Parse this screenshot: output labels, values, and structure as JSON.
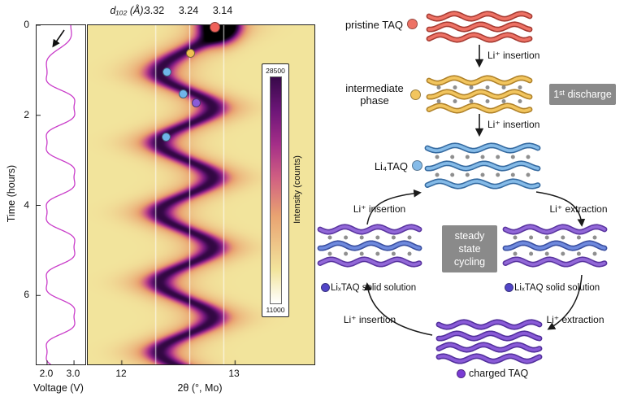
{
  "chart_data": [
    {
      "type": "line",
      "name": "voltage-profile",
      "xlabel": "Voltage (V)",
      "ylabel": "Time (hours)",
      "xticks": [
        "2.0",
        "3.0"
      ],
      "xtick_values": [
        2.0,
        3.0
      ],
      "yticks": [
        "0",
        "2",
        "4",
        "6"
      ],
      "ytick_values": [
        0,
        2,
        4,
        6
      ],
      "xlim": [
        1.61,
        3.42
      ],
      "ylim": [
        0,
        7.53
      ],
      "line_color": "#c93cc9",
      "profile": {
        "v_start": 2.88,
        "v_min": 2.0,
        "v_max": 3.0,
        "first_discharge_end_h": 1.05,
        "half_period_h": 0.775,
        "t_end_h": 7.53,
        "plateau_harmonic": 0.18
      }
    },
    {
      "type": "heatmap",
      "name": "operando-xrd-map",
      "xlabel": "2θ (°, Mo)",
      "xticks": [
        "12",
        "13"
      ],
      "xtick_values": [
        12,
        13
      ],
      "xlim": [
        11.7,
        13.7
      ],
      "time_lim": [
        0,
        7.53
      ],
      "top_axis": {
        "label": "d₁₀₂ (Å):",
        "values": [
          "3.32",
          "3.24",
          "3.14"
        ],
        "guide_2theta": [
          12.3,
          12.6,
          12.9
        ]
      },
      "colorbar": {
        "label": "Intensity (counts)",
        "tick_max": "28500",
        "tick_min": "11000"
      },
      "colormap_stops": [
        [
          0.0,
          "#ffffff"
        ],
        [
          0.16,
          "#f2e49c"
        ],
        [
          0.42,
          "#e9a271"
        ],
        [
          0.6,
          "#d05f82"
        ],
        [
          0.76,
          "#a42e88"
        ],
        [
          0.92,
          "#6d1678"
        ],
        [
          1.08,
          "#38094a"
        ],
        [
          1.45,
          "#000000"
        ]
      ],
      "band": {
        "background_level": 0.16,
        "core_amp": 0.66,
        "core_sigma_deg": 0.085,
        "halo_amp": 0.3,
        "halo_sigma_deg": 0.21,
        "center_start_2theta": 12.86,
        "center_min_2theta": 12.33,
        "center_max_2theta": 12.8,
        "first_discharge_end_h": 1.05,
        "half_period_h": 0.775,
        "pristine_blob": {
          "two_theta": 12.86,
          "t_h": 0.0,
          "amp": 2.2,
          "sigma_deg": 0.1,
          "sigma_h": 0.22
        }
      },
      "markers": [
        {
          "phase": "pristine TAQ",
          "t": 0.05,
          "two_theta": 12.82,
          "color": "#f0625a",
          "r": 6.5
        },
        {
          "phase": "intermediate phase",
          "t": 0.62,
          "two_theta": 12.61,
          "color": "#f0c052",
          "r": 5.5
        },
        {
          "phase": "Li₄TAQ",
          "t": 1.04,
          "two_theta": 12.4,
          "color": "#6fb5ea",
          "r": 5.5
        },
        {
          "phase": "Li₄TAQ",
          "t": 1.53,
          "two_theta": 12.54,
          "color": "#6fb5ea",
          "r": 5.5
        },
        {
          "phase": "LiₓTAQ solid solution",
          "t": 1.73,
          "two_theta": 12.66,
          "color": "#8a5bd8",
          "r": 5.5
        },
        {
          "phase": "Li₄TAQ",
          "t": 2.49,
          "two_theta": 12.39,
          "color": "#6fb5ea",
          "r": 5.5
        }
      ]
    }
  ],
  "schematic": {
    "pristine_label": "pristine TAQ",
    "intermediate_label_line1": "intermediate",
    "intermediate_label_line2": "phase",
    "li4taq_label": "Li₄TAQ",
    "first_discharge_box": "1ˢᵗ discharge",
    "steady_state_box": [
      "steady",
      "state",
      "cycling"
    ],
    "li_insertion": "Li⁺ insertion",
    "li_extraction": "Li⁺ extraction",
    "solid_solution_label": "LiₓTAQ solid solution",
    "charged_label": "charged TAQ",
    "colors": {
      "pristine": "#ee7265",
      "pristine_dark": "#a63b32",
      "intermediate": "#f2c55e",
      "intermediate_dark": "#b0822a",
      "li4taq": "#85bbe8",
      "li4taq_dark": "#356aa0",
      "solid_solution_blue": "#6f8ade",
      "solid_solution_blue_dark": "#3a4fa0",
      "solid_solution_purple": "#9268d8",
      "solid_solution_purple_dark": "#5a35a0",
      "solid_solution_dot": "#5246c8",
      "charged": "#8a5bd8",
      "charged_dark": "#52309c",
      "charged_dot": "#7a3bd4",
      "li_ion": "#8f8f8f",
      "box_bg": "#8a8a8a",
      "arrow": "#1a1a1a"
    }
  }
}
